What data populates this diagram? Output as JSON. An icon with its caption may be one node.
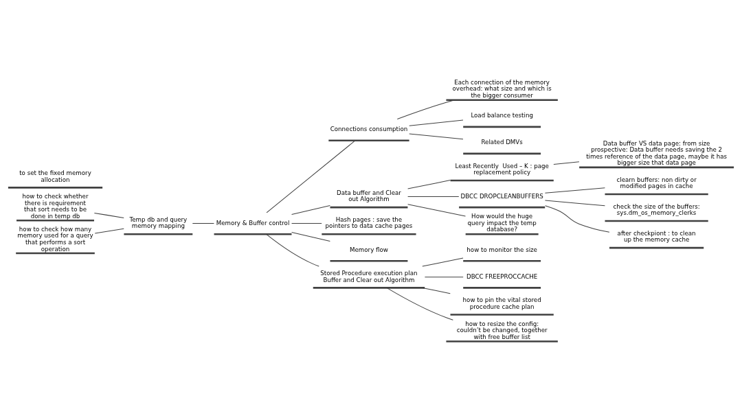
{
  "diagram": {
    "nodes": [
      {
        "text": [
          "Memory & Buffer control"
        ]
      },
      {
        "text": [
          "Temp db and query memory mapping"
        ]
      },
      {
        "text": [
          "how to check whether there is requirement that sort needs to be done in temp db"
        ]
      },
      {
        "text": [
          "how to check how many memory used for a query that performs a sort operation"
        ]
      },
      {
        "text": [
          "Connections consumption"
        ]
      },
      {
        "text": [
          "Each connection of the memory overhead: what size and which is the bigger consumer"
        ]
      },
      {
        "text": [
          "Load balance testing"
        ]
      },
      {
        "text": [
          "Related DMVs"
        ]
      },
      {
        "text": [
          "Data buffer and Clear out Algorithm"
        ]
      },
      {
        "text": [
          "Least Recently  Used – K : page replacement policy"
        ]
      },
      {
        "text": [
          "Data buffer VS data page: from size prospective: Data buffer needs saving the 2 times reference of the data page, maybe it has bigger size that data page"
        ]
      },
      {
        "text": [
          "DBCC DROPCLEANBUFFERS"
        ]
      },
      {
        "text": [
          "clearn buffers: non dirty or modified pages in cache"
        ]
      },
      {
        "text": [
          "check the size of the buffers: sys.dm_os_memory_clerks"
        ]
      },
      {
        "text": [
          "after checkpiont : to clean up the memory cache"
        ]
      },
      {
        "text": [
          "How would the huge query impact the temp database?"
        ]
      },
      {
        "text": [
          "Hash pages : save the pointers to data cache pages"
        ]
      },
      {
        "text": [
          "Memory flow"
        ]
      },
      {
        "text": [
          "Stored Procedure execution plan Buffer and Clear out Algorithm"
        ]
      },
      {
        "text": [
          "how to monitor the size"
        ]
      },
      {
        "text": [
          "DBCC FREEPROCCACHE"
        ]
      },
      {
        "text": [
          "how to pin the vital stored procedure cache plan"
        ]
      },
      {
        "text": [
          "how to resize the config: couldn’t be changed, together with free buffer list"
        ]
      },
      {
        "text": [
          "to set the fixed memory allocation"
        ]
      }
    ],
    "edges": [
      {
        "from": 0,
        "to": 1,
        "arrow": "none"
      },
      {
        "from": 1,
        "to": 2,
        "arrow": "none"
      },
      {
        "from": 1,
        "to": 3,
        "arrow": "none"
      },
      {
        "from": 0,
        "to": 4,
        "arrow": "none"
      },
      {
        "from": 4,
        "to": 5,
        "arrow": "none"
      },
      {
        "from": 4,
        "to": 6,
        "arrow": "none"
      },
      {
        "from": 4,
        "to": 7,
        "arrow": "none"
      },
      {
        "from": 0,
        "to": 8,
        "arrow": "none"
      },
      {
        "from": 8,
        "to": 9,
        "arrow": "none"
      },
      {
        "from": 9,
        "to": 10,
        "arrow": "none"
      },
      {
        "from": 8,
        "to": 11,
        "arrow": "none"
      },
      {
        "from": 11,
        "to": 12,
        "arrow": "none"
      },
      {
        "from": 11,
        "to": 13,
        "arrow": "none"
      },
      {
        "from": 11,
        "to": 14,
        "arrow": "none"
      },
      {
        "from": 8,
        "to": 15,
        "arrow": "none"
      },
      {
        "from": 0,
        "to": 16,
        "arrow": "none"
      },
      {
        "from": 0,
        "to": 17,
        "arrow": "none"
      },
      {
        "from": 0,
        "to": 18,
        "arrow": "none"
      },
      {
        "from": 18,
        "to": 19,
        "arrow": "none"
      },
      {
        "from": 18,
        "to": 20,
        "arrow": "none"
      },
      {
        "from": 18,
        "to": 21,
        "arrow": "none"
      },
      {
        "from": 18,
        "to": 22,
        "arrow": "none"
      }
    ]
  }
}
